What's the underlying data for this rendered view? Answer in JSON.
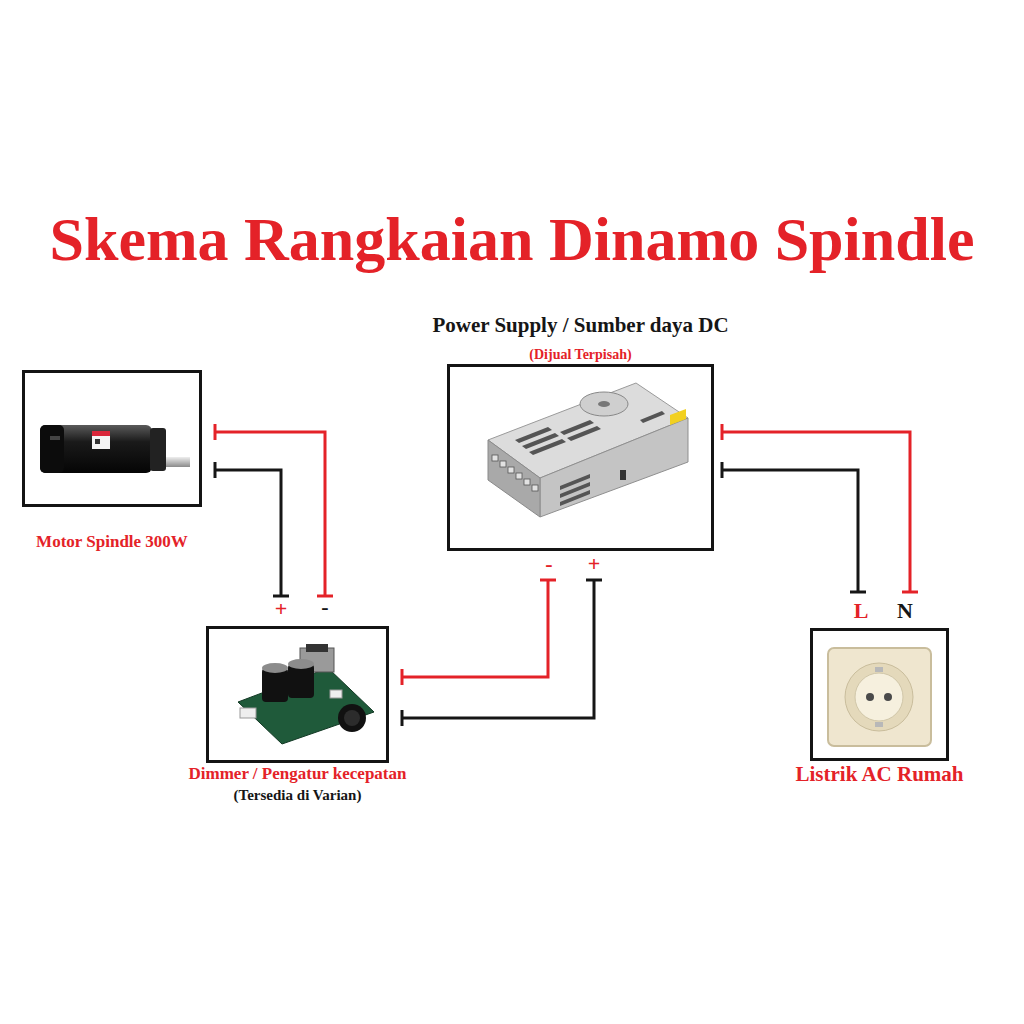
{
  "diagram": {
    "title": "Skema Rangkaian Dinamo Spindle",
    "nodes": [
      {
        "text": [
          "Motor Spindle 300W"
        ]
      },
      {
        "text": [
          "Power Supply / Sumber daya DC",
          "(Dijual Terpisah)"
        ]
      },
      {
        "text": [
          "Dimmer / Pengatur kecepatan",
          "(Tersedia di Varian)"
        ]
      },
      {
        "text": [
          "Listrik AC Rumah"
        ]
      }
    ],
    "edges": [
      {
        "from": 0,
        "to": 2,
        "arrow": "none"
      },
      {
        "from": 0,
        "to": 2,
        "arrow": "none"
      },
      {
        "from": 1,
        "to": 2,
        "arrow": "none"
      },
      {
        "from": 1,
        "to": 2,
        "arrow": "none"
      },
      {
        "from": 1,
        "to": 3,
        "arrow": "none"
      },
      {
        "from": 1,
        "to": 3,
        "arrow": "none"
      }
    ],
    "labels": [
      "+",
      "-",
      "-",
      "+",
      "L",
      "N"
    ]
  }
}
